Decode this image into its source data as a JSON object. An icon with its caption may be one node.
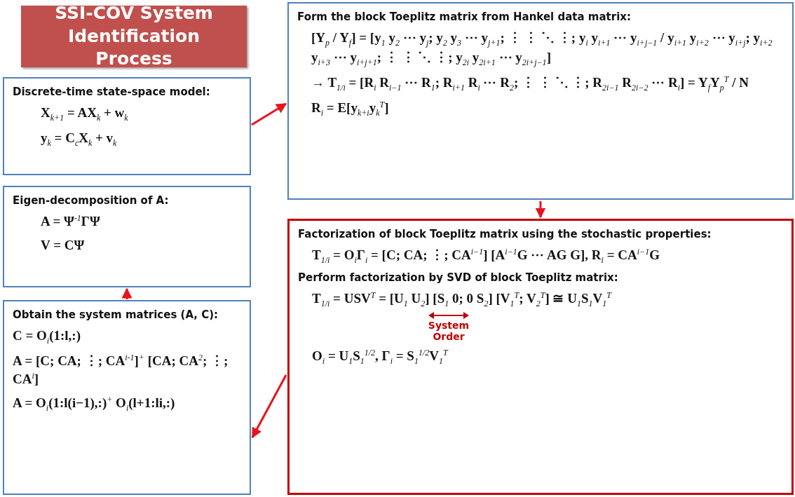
{
  "diagram": {
    "nodes": [
      {
        "text": [
          "SSI-COV System Identification Process"
        ]
      },
      {
        "text": [
          "Discrete-time state-space model:",
          "X$_{k+1}$ = AX$_{k}$ + w$_{k}$",
          "y$_{k}$ = C$_{c}$X$_{k}$ + v$_{k}$"
        ]
      },
      {
        "text": [
          "Eigen-decomposition of A:",
          "A = Ψ$^{-1}$ΓΨ",
          "V = CΨ"
        ]
      },
      {
        "text": [
          "Obtain the system matrices (A, C):",
          "C = O$_{i}$(1:l,:)",
          "A = [C; CA; ⋮; CA$^{i-1}$]$^{+}$ [CA; CA$^{2}$; ⋮; CA$^{i}$]",
          "A = O$_{i}$(1:l(i−1),:)$^{+}$ O$_{i}$(l+1:li,:)"
        ]
      },
      {
        "text": [
          "Form the block Toeplitz matrix from Hankel data matrix:",
          "[Y$_{p}$ / Y$_{f}$] = [y$_{1}$ y$_{2}$ ⋯ y$_{j}$; y$_{2}$ y$_{3}$ ⋯ y$_{j+1}$; ⋮ ⋮ ⋱ ⋮; y$_{i}$ y$_{i+1}$ ⋯ y$_{i+j−1}$ / y$_{i+1}$ y$_{i+2}$ ⋯ y$_{i+j}$; y$_{i+2}$ y$_{i+3}$ ⋯ y$_{i+j+1}$; ⋮ ⋮ ⋱ ⋮; y$_{2i}$ y$_{2i+1}$ ⋯ y$_{2i+j−1}$]",
          "→ T$_{1/i}$ = [R$_{i}$ R$_{i−1}$ ⋯ R$_{1}$; R$_{i+1}$ R$_{i}$ ⋯ R$_{2}$; ⋮ ⋮ ⋱ ⋮; R$_{2i−1}$ R$_{2i−2}$ ⋯ R$_{i}$] = Y$_{f}$Y$_{p}$$^{T}$ / N",
          "R$_{i}$ = E[y$_{k+i}$y$_{k}$$^{T}$]"
        ]
      },
      {
        "text": [
          "Factorization of block Toeplitz matrix using the stochastic properties:",
          "T$_{1/i}$ = O$_{i}$Γ$_{i}$ = [C; CA; ⋮; CA$^{i−1}$] [A$^{i−1}$G ⋯ AG G], R$_{i}$ = CA$^{i−1}$G",
          "Perform factorization by SVD of block Toeplitz matrix:",
          "T$_{1/i}$ = USV$^{T}$ = [U$_{1}$ U$_{2}$] [S$_{1}$ 0; 0 S$_{2}$] [V$_{1}$$^{T}$; V$_{2}$$^{T}$] ≅ U$_{1}$S$_{1}$V$_{1}$$^{T}$",
          "O$_{i}$ = U$_{1}$S$_{1}$$^{1/2}$, Γ$_{i}$ = S$_{1}$$^{1/2}$V$_{1}$$^{T}$"
        ]
      }
    ],
    "edges": [
      {
        "from": 1,
        "to": 4,
        "arrow": "to"
      },
      {
        "from": 4,
        "to": 5,
        "arrow": "to"
      },
      {
        "from": 5,
        "to": 3,
        "arrow": "to"
      },
      {
        "from": 3,
        "to": 2,
        "arrow": "to"
      }
    ],
    "labels": [
      "System Order"
    ]
  }
}
